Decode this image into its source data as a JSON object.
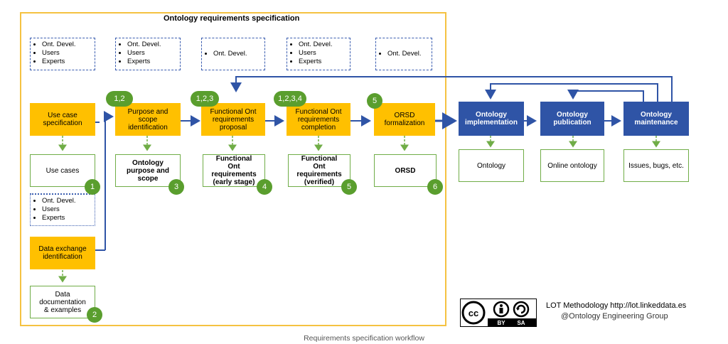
{
  "diagram": {
    "title": "Ontology requirements specification",
    "actors": {
      "full": [
        "Ont. Devel.",
        "Users",
        "Experts"
      ],
      "devel_only": [
        "Ont. Devel."
      ]
    },
    "processes": {
      "use_case_spec": "Use case specification",
      "purpose_scope_id": "Purpose and scope identification",
      "func_proposal": "Functional Ont requirements proposal",
      "func_completion": "Functional Ont requirements completion",
      "orsd_formalization": "ORSD formalization",
      "data_exchange_id": "Data exchange identification",
      "implementation": "Ontology implementation",
      "publication": "Ontology publication",
      "maintenance": "Ontology maintenance"
    },
    "outputs": {
      "use_cases": "Use cases",
      "purpose_scope": "Ontology purpose and scope",
      "func_early": "Functional Ont requirements (early stage)",
      "func_verified": "Functional Ont requirements (verified)",
      "orsd": "ORSD",
      "data_doc": "Data documentation & examples",
      "ontology": "Ontology",
      "online_ontology": "Online ontology",
      "issues": "Issues, bugs, etc."
    },
    "badges": {
      "b_purpose": "1,2",
      "b_proposal": "1,2,3",
      "b_completion": "1,2,3,4",
      "b_orsd": "5",
      "o1": "1",
      "o2": "2",
      "o3": "3",
      "o4": "4",
      "o5": "5",
      "o6": "6"
    }
  },
  "license": {
    "cc": "cc",
    "by": "BY",
    "sa": "SA",
    "credit_line1": "LOT Methodology http://lot.linkeddata.es",
    "credit_line2": "@Ontology Engineering Group"
  },
  "caption": "Requirements specification workflow",
  "colors": {
    "frame": "#f5c242",
    "process_yellow": "#ffc000",
    "process_blue": "#2f54a6",
    "output_border": "#70ad47",
    "badge": "#5a9e2e",
    "connector": "#2f54a6"
  }
}
